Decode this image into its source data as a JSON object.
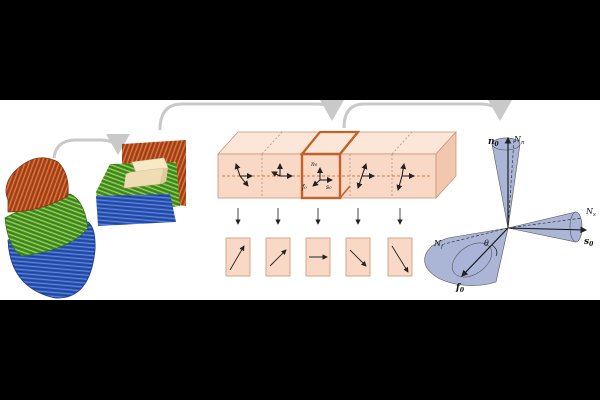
{
  "colors": {
    "background": "#ffffff",
    "letterbox": "#000000",
    "box_face": "#f9d9c6",
    "box_top": "#fbe6d8",
    "box_side": "#f3c7ad",
    "box_edge": "#c8957a",
    "highlight": "#c0622a",
    "arrow_gray": "#c9c9c9",
    "cone": "#8f9dc9",
    "fiber_red": "#c4502a",
    "fiber_green": "#4f9b33",
    "fiber_blue": "#2f57b8"
  },
  "icons": [
    "curved-arrow-icon",
    "down-arrow-icon",
    "vector-arrow-icon"
  ],
  "cell_labels": {
    "n0": "n₀",
    "f0": "f₀",
    "s0": "s₀"
  },
  "cone_labels": {
    "n0": "n",
    "n0_sub": "0",
    "Nn": "N",
    "Nn_sub": "n",
    "Ns": "N",
    "Ns_sub": "s",
    "s0": "s",
    "s0_sub": "0",
    "Nf": "N",
    "Nf_sub": "f",
    "f0": "f",
    "f0_sub": "0",
    "theta": "θ"
  }
}
